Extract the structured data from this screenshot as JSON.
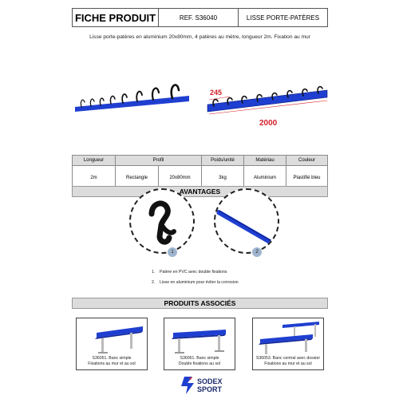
{
  "header": {
    "title": "FICHE PRODUIT",
    "reference": "REF. S36040",
    "product_type": "LISSE PORTE-PATÈRES"
  },
  "description": "Lisse porte-patères en aluminium 20x80mm, 4 patères au mètre, longueur 2m. Fixation au mur",
  "diagram": {
    "spacing_label": "245",
    "length_label": "2000"
  },
  "specs": {
    "headers": [
      "Longueur",
      "Profil",
      "Poids/unité",
      "Matériau",
      "Couleur"
    ],
    "values": [
      "2m",
      "Rectangle",
      "20x80mm",
      "3kg",
      "Aluminium",
      "Plastifié bleu"
    ]
  },
  "advantages": {
    "title": "AVANTAGES",
    "badges": [
      "1",
      "2"
    ],
    "items": [
      {
        "num": "1.",
        "text": "Patère en PVC avec double fixations"
      },
      {
        "num": "2.",
        "text": "Lisse en aluminium pour éviter la corrosion"
      }
    ]
  },
  "related": {
    "title": "PRODUITS ASSOCIÉS",
    "products": [
      {
        "line1": "S36051. Banc simple",
        "line2": "Fixations au mur et au sol"
      },
      {
        "line1": "S36061. Banc simple",
        "line2": "Double fixations au sol"
      },
      {
        "line1": "S36053. Banc central avec dossier",
        "line2": "Fixations au mur et au sol"
      }
    ]
  },
  "logo": {
    "line1": "SODEX",
    "line2": "SPORT"
  },
  "colors": {
    "accent_blue": "#1f3fd1",
    "header_gray": "#dcdcdc",
    "hook_black": "#111111",
    "dimension_red": "#d4202a",
    "badge_blue": "#9fb5cf"
  }
}
